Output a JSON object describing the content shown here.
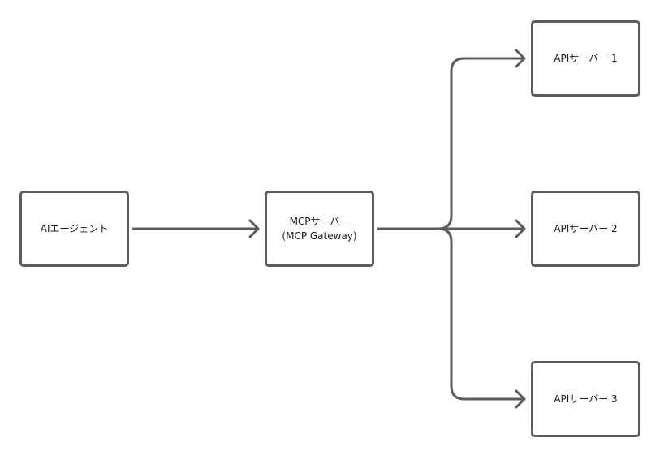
{
  "diagram": {
    "nodes": {
      "agent": {
        "label": "AIエージェント"
      },
      "mcp": {
        "label_line1": "MCPサーバー",
        "label_line2": "(MCP Gateway)"
      },
      "api1": {
        "label": "APIサーバー 1"
      },
      "api2": {
        "label": "APIサーバー 2"
      },
      "api3": {
        "label": "APIサーバー 3"
      }
    },
    "edges": [
      {
        "from": "agent",
        "to": "mcp"
      },
      {
        "from": "mcp",
        "to": "api1"
      },
      {
        "from": "mcp",
        "to": "api2"
      },
      {
        "from": "mcp",
        "to": "api3"
      }
    ],
    "colors": {
      "stroke": "#5c5c5c",
      "text": "#1a1a1a",
      "background": "#ffffff"
    }
  }
}
